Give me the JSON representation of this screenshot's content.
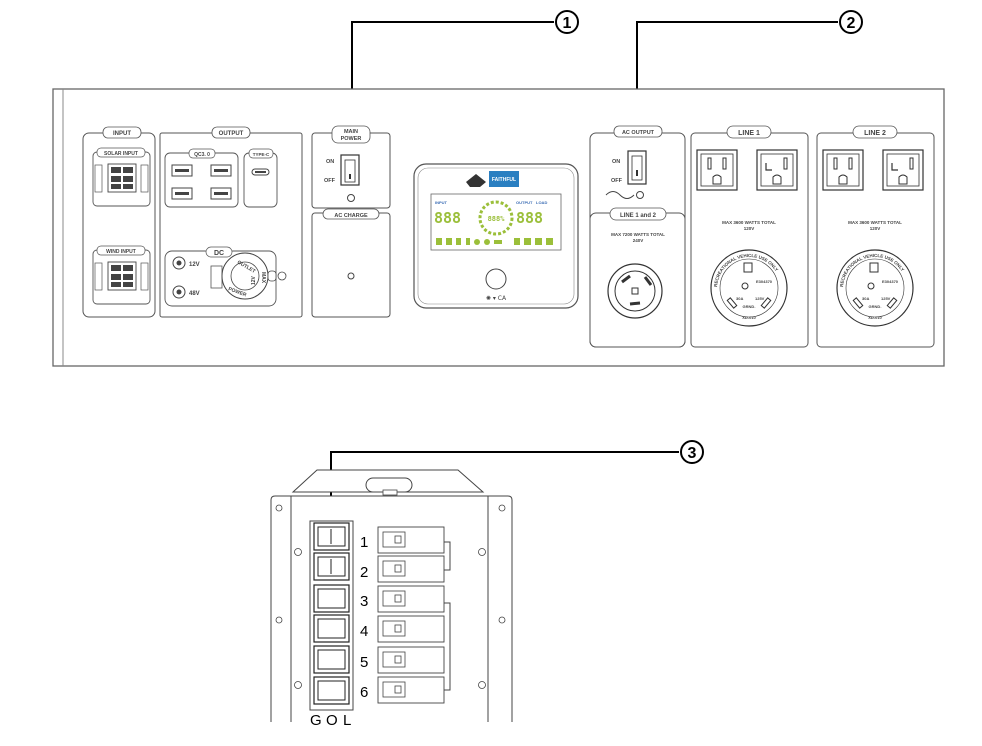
{
  "callouts": [
    {
      "number": "1"
    },
    {
      "number": "2"
    },
    {
      "number": "3"
    }
  ],
  "panel": {
    "input": {
      "title": "INPUT",
      "solar_input": "SOLAR INPUT",
      "wind_input": "WIND INPUT"
    },
    "output": {
      "title": "OUTPUT",
      "qc_label": "QC3. 0",
      "type_c_label": "TYPE-C",
      "dc_title": "DC",
      "dc_12v": "12V",
      "dc_48v": "48V",
      "outlet_text": "OUTLET",
      "power_text": "POWER",
      "car_12v_text": "12V",
      "max_text": "MAX"
    },
    "main_power": {
      "title_line1": "MAIN",
      "title_line2": "POWER",
      "on_label": "ON",
      "off_label": "OFF"
    },
    "ac_charge": {
      "title": "AC CHARGE"
    },
    "display": {
      "brand": "FAITHFUL",
      "input_label": "INPUT",
      "output_label": "OUTPUT",
      "load_label": "LOAD",
      "center_digits": "888%",
      "left_digits": "888",
      "right_digits": "888"
    },
    "ac_output": {
      "title": "AC OUTPUT",
      "on_label": "ON",
      "off_label": "OFF"
    },
    "line12": {
      "title": "LINE 1 and 2",
      "max_line1": "MAX 7200 WATTS TOTAL",
      "max_line2": "240V"
    },
    "line1": {
      "title": "LINE 1",
      "max_line1": "MAX 3600 WATTS TOTAL",
      "max_line2": "120V",
      "rv_text": "RECREATIONAL VEHICLE USE ONLY",
      "rating1": "30A",
      "rating2": "125V",
      "code": "E304370",
      "grnd": "GRND.",
      "model": "XD-010"
    },
    "line2": {
      "title": "LINE 2",
      "max_line1": "MAX 3600 WATTS TOTAL",
      "max_line2": "120V",
      "rv_text": "RECREATIONAL VEHICLE USE ONLY",
      "rating1": "30A",
      "rating2": "125V",
      "code": "E304370",
      "grnd": "GRND.",
      "model": "XD-010"
    }
  },
  "breaker_box": {
    "rows": [
      "1",
      "2",
      "3",
      "4",
      "5",
      "6"
    ],
    "bottom_labels": [
      "G",
      "O",
      "L"
    ]
  }
}
